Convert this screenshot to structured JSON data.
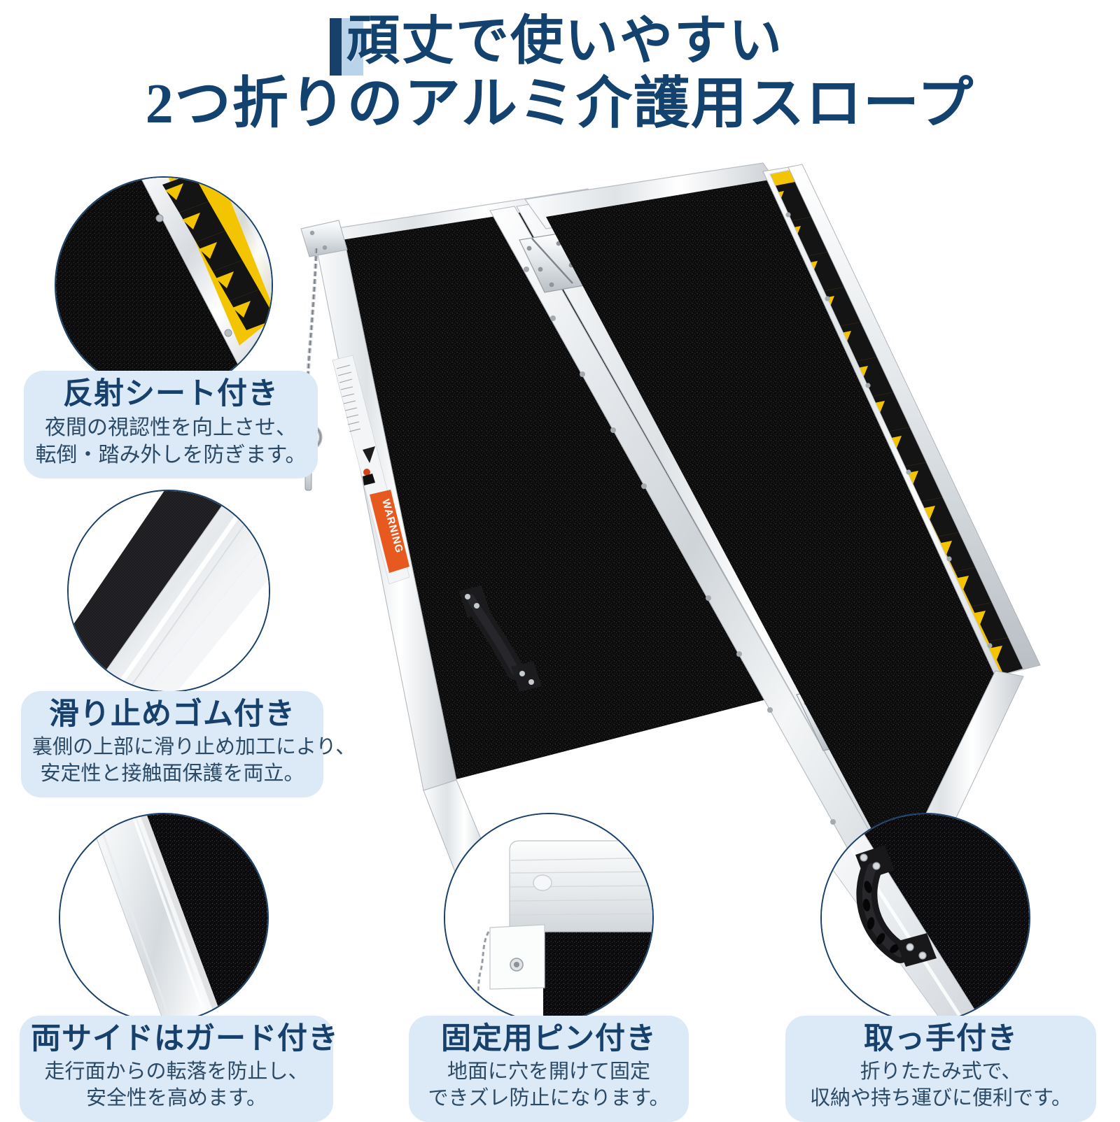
{
  "page": {
    "background": "#ffffff",
    "accent_navy": "#17406b",
    "accent_light_blue": "#b9d3ea",
    "caption_bg": "#dce9f6",
    "body_text_color": "#2b4a66"
  },
  "title": {
    "line1": "頑丈で使いやすい",
    "line2": "2つ折りのアルミ介護用スロープ"
  },
  "features": [
    {
      "id": "reflective-sheet",
      "heading": "反射シート付き",
      "body_line1": "夜間の視認性を向上させ、",
      "body_line2": "転倒・踏み外しを防ぎます。",
      "inset_name": "reflective-chevron-tape-closeup"
    },
    {
      "id": "anti-slip-rubber",
      "heading": "滑り止めゴム付き",
      "body_line1": "裏側の上部に滑り止め加工により、",
      "body_line2": "安定性と接触面保護を両立。",
      "inset_name": "anti-slip-rubber-strip-closeup"
    },
    {
      "id": "side-guards",
      "heading": "両サイドはガード付き",
      "body_line1": "走行面からの転落を防止し、",
      "body_line2": "安全性を高めます。",
      "inset_name": "side-guard-rail-closeup"
    },
    {
      "id": "fixing-pin",
      "heading": "固定用ピン付き",
      "body_line1": "地面に穴を開けて固定",
      "body_line2": "できズレ防止になります。",
      "inset_name": "fixing-pin-hole-closeup"
    },
    {
      "id": "carry-handle",
      "heading": "取っ手付き",
      "body_line1": "折りたたみ式で、",
      "body_line2": "収納や持ち運びに便利です。",
      "inset_name": "carry-handle-closeup"
    }
  ],
  "product_photo": {
    "name": "folding-aluminum-wheelchair-ramp",
    "warning_label_text": "WARNING",
    "warning_label_color": "#e8591f",
    "surface_color": "#0d0d0d",
    "frame_color": "#dfe3e6",
    "chevron_yellow": "#f4c400",
    "chevron_black": "#1a1a1a"
  }
}
